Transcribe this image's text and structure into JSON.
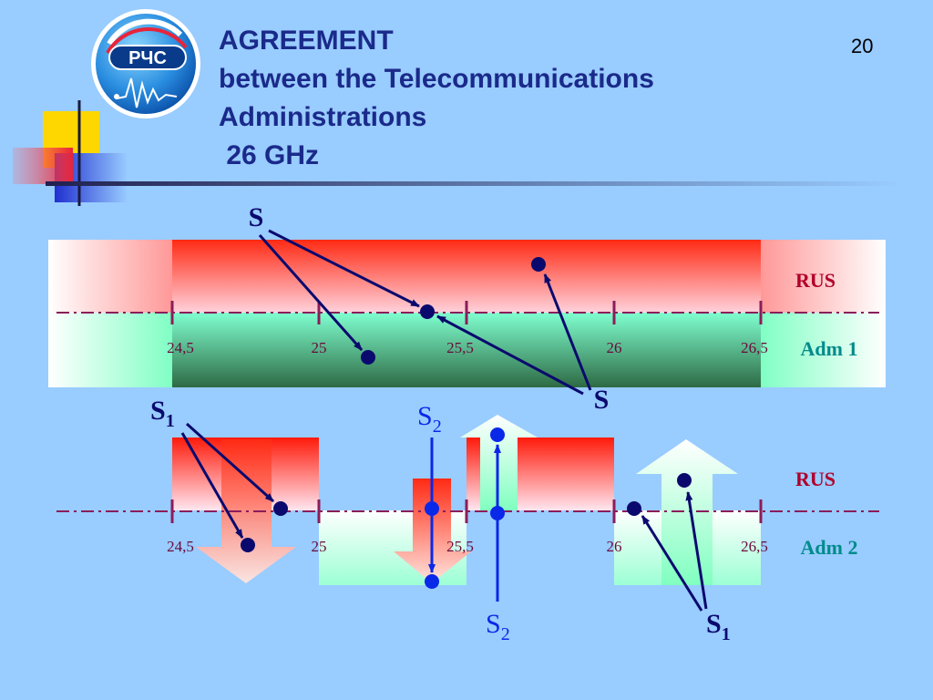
{
  "slide": {
    "title_lines": [
      "AGREEMENT",
      "between the Telecommunications",
      "Administrations",
      " 26 GHz"
    ],
    "page_number": "20",
    "logo_text": "РЧС"
  },
  "colors": {
    "background": "#99ccff",
    "title": "#1a2a8a",
    "rus_label": "#b0002a",
    "adm_label": "#008b8b",
    "station_dark": "#0a0a6e",
    "station_s2": "#0a28e8",
    "dashed_line": "#8b1d5a"
  },
  "band_plan_1": {
    "ticks": [
      "24,5",
      "25",
      "25,5",
      "26",
      "26,5"
    ],
    "upper_label": "RUS",
    "lower_label": "Adm 1",
    "stations": [
      {
        "name": "S",
        "subscript": ""
      },
      {
        "name": "S",
        "subscript": ""
      }
    ]
  },
  "band_plan_2": {
    "ticks": [
      "24,5",
      "25",
      "25,5",
      "26",
      "26,5"
    ],
    "upper_label": "RUS",
    "lower_label": "Adm 2",
    "stations": [
      {
        "name": "S",
        "subscript": "1"
      },
      {
        "name": "S",
        "subscript": "2"
      },
      {
        "name": "S",
        "subscript": "2"
      },
      {
        "name": "S",
        "subscript": "1"
      }
    ]
  }
}
